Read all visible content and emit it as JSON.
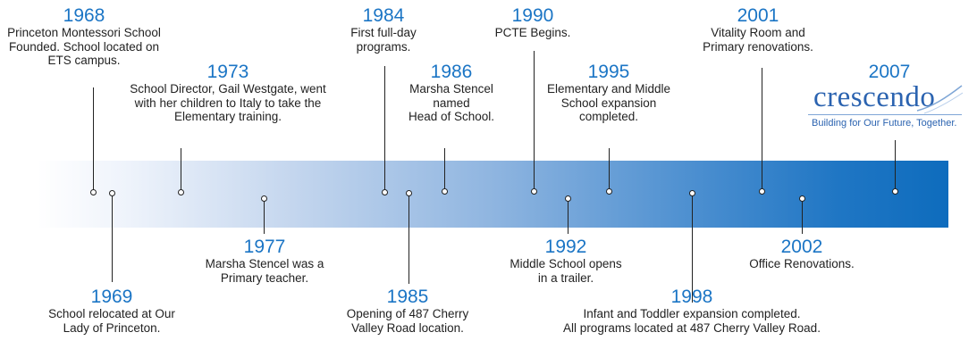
{
  "events": [
    {
      "year": "1968",
      "desc": "Princeton Montessori School\nFounded.  School located on\nETS  campus."
    },
    {
      "year": "1969",
      "desc": "School relocated at Our\nLady of Princeton."
    },
    {
      "year": "1973",
      "desc": "School Director, Gail Westgate, went\nwith her children to Italy to take the\nElementary training."
    },
    {
      "year": "1977",
      "desc": "Marsha Stencel was a\nPrimary teacher."
    },
    {
      "year": "1984",
      "desc": "First full-day\nprograms."
    },
    {
      "year": "1985",
      "desc": "Opening of 487 Cherry\nValley Road location."
    },
    {
      "year": "1986",
      "desc": "Marsha Stencel\nnamed\nHead of School."
    },
    {
      "year": "1990",
      "desc": "PCTE Begins."
    },
    {
      "year": "1992",
      "desc": "Middle School opens\nin a trailer."
    },
    {
      "year": "1995",
      "desc": "Elementary and Middle\nSchool expansion\ncompleted."
    },
    {
      "year": "1998",
      "desc": "Infant and Toddler expansion completed.\nAll programs located at 487 Cherry Valley Road."
    },
    {
      "year": "2001",
      "desc": "Vitality Room and\nPrimary renovations."
    },
    {
      "year": "2002",
      "desc": "Office Renovations."
    },
    {
      "year": "2007",
      "desc": ""
    }
  ],
  "logo": {
    "wordmark": "crescendo",
    "tagline": "Building for Our Future, Together."
  },
  "colors": {
    "year_text": "#1b75c5",
    "band_end": "#0e6cbd",
    "logo": "#2b63b0"
  }
}
